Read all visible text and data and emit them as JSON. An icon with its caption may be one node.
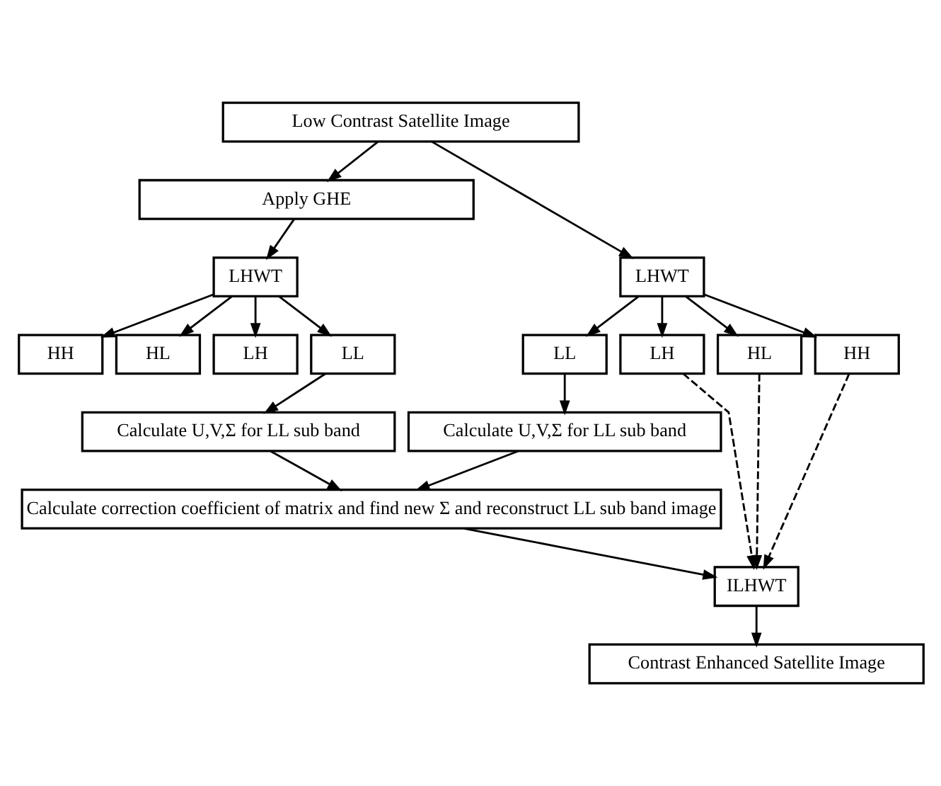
{
  "diagram": {
    "nodes": [
      {
        "text": [
          "Low Contrast Satellite Image"
        ]
      },
      {
        "text": [
          "Apply GHE"
        ]
      },
      {
        "text": [
          "LHWT"
        ]
      },
      {
        "text": [
          "HH"
        ]
      },
      {
        "text": [
          "HL"
        ]
      },
      {
        "text": [
          "LH"
        ]
      },
      {
        "text": [
          "LL"
        ]
      },
      {
        "text": [
          "LHWT"
        ]
      },
      {
        "text": [
          "LL"
        ]
      },
      {
        "text": [
          "LH"
        ]
      },
      {
        "text": [
          "HL"
        ]
      },
      {
        "text": [
          "HH"
        ]
      },
      {
        "text": [
          "Calculate U,V,Σ for LL sub band"
        ]
      },
      {
        "text": [
          "Calculate U,V,Σ for LL sub band"
        ]
      },
      {
        "text": [
          "Calculate correction coefficient of matrix and find new Σ and reconstruct LL sub band image"
        ]
      },
      {
        "text": [
          "ILHWT"
        ]
      },
      {
        "text": [
          "Contrast Enhanced Satellite Image"
        ]
      }
    ],
    "edges": [
      {
        "from": 0,
        "to": 1,
        "arrow": "to"
      },
      {
        "from": 0,
        "to": 7,
        "arrow": "to"
      },
      {
        "from": 1,
        "to": 2,
        "arrow": "to"
      },
      {
        "from": 2,
        "to": 3,
        "arrow": "to"
      },
      {
        "from": 2,
        "to": 4,
        "arrow": "to"
      },
      {
        "from": 2,
        "to": 5,
        "arrow": "to"
      },
      {
        "from": 2,
        "to": 6,
        "arrow": "to"
      },
      {
        "from": 7,
        "to": 8,
        "arrow": "to"
      },
      {
        "from": 7,
        "to": 9,
        "arrow": "to"
      },
      {
        "from": 7,
        "to": 10,
        "arrow": "to"
      },
      {
        "from": 7,
        "to": 11,
        "arrow": "to"
      },
      {
        "from": 6,
        "to": 12,
        "arrow": "to"
      },
      {
        "from": 8,
        "to": 13,
        "arrow": "to"
      },
      {
        "from": 12,
        "to": 14,
        "arrow": "to"
      },
      {
        "from": 13,
        "to": 14,
        "arrow": "to"
      },
      {
        "from": 9,
        "to": 15,
        "arrow": "to",
        "style": "dashed"
      },
      {
        "from": 10,
        "to": 15,
        "arrow": "to",
        "style": "dashed"
      },
      {
        "from": 11,
        "to": 15,
        "arrow": "to",
        "style": "dashed"
      },
      {
        "from": 14,
        "to": 15,
        "arrow": "to"
      },
      {
        "from": 15,
        "to": 16,
        "arrow": "to"
      }
    ]
  }
}
